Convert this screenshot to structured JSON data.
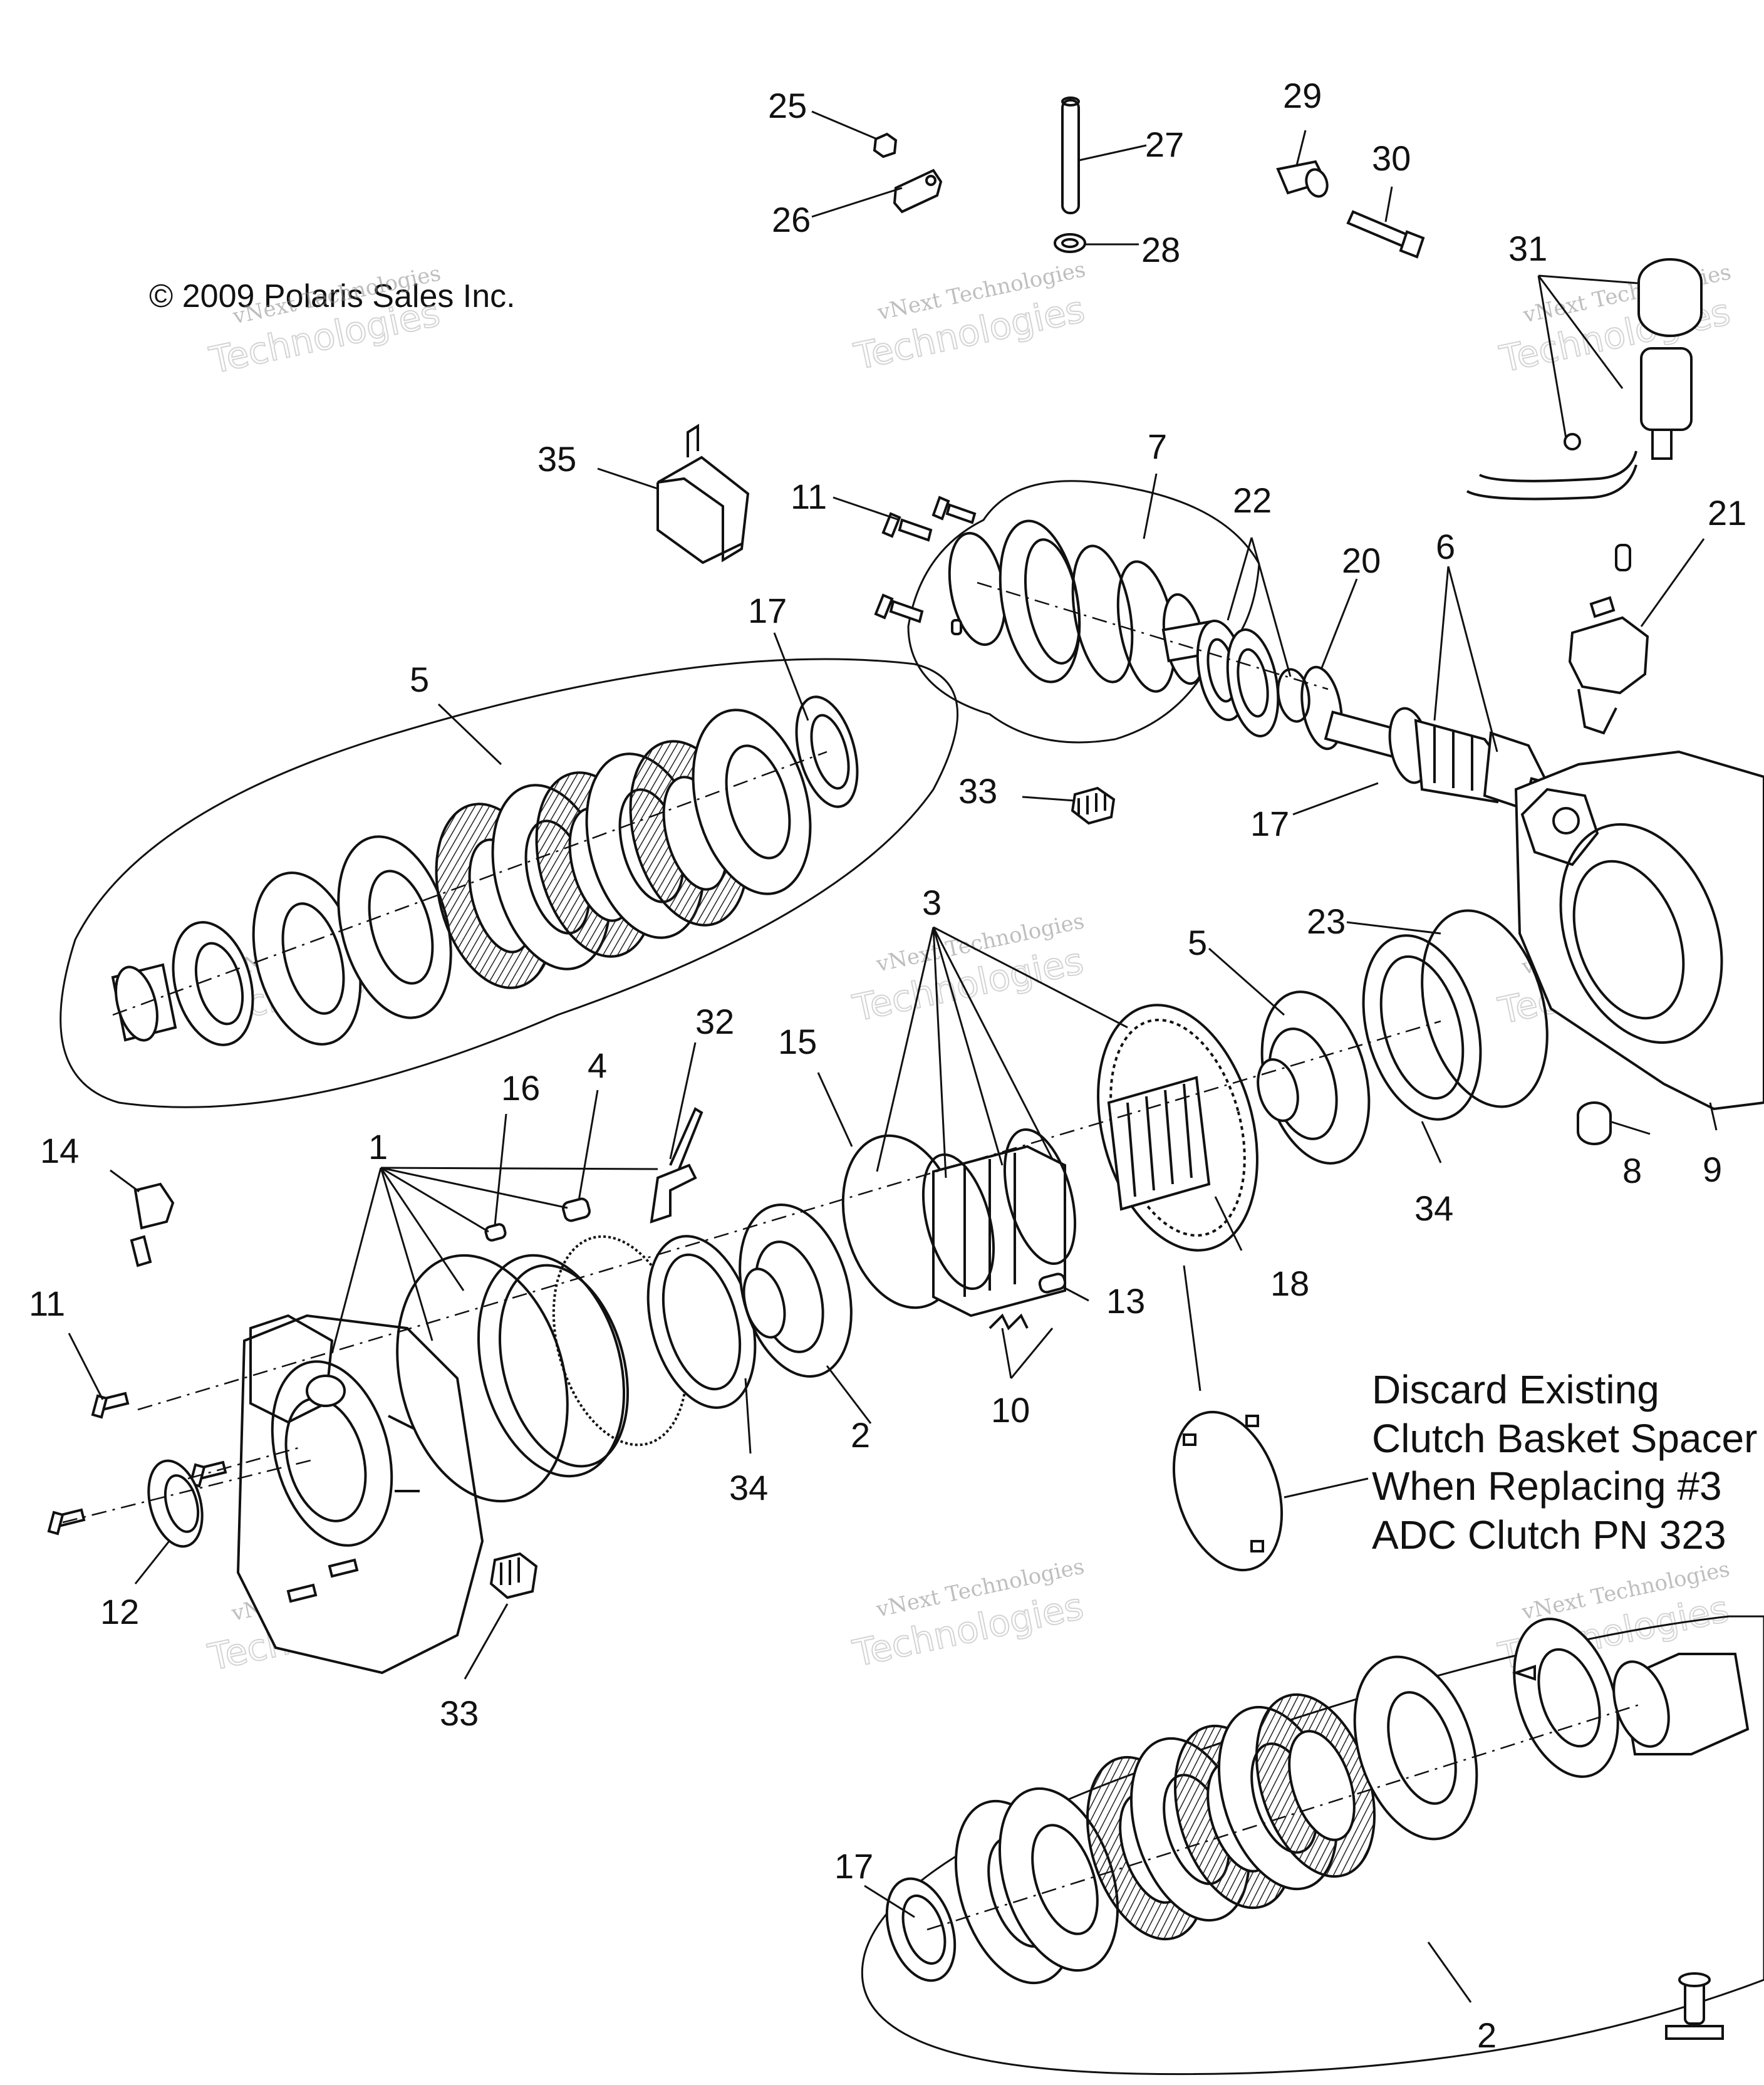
{
  "copyright": "© 2009 Polaris Sales Inc.",
  "watermark": {
    "line1": "vNext Technologies",
    "line2": "Technologies"
  },
  "note": {
    "line1": "Discard Existing",
    "line2": "Clutch Basket Spacer",
    "line3": "When Replacing #3",
    "line4": "ADC Clutch PN 323"
  },
  "callouts": {
    "c25": "25",
    "c26": "26",
    "c27": "27",
    "c28": "28",
    "c29": "29",
    "c30": "30",
    "c31": "31",
    "c35": "35",
    "c11a": "11",
    "c7": "7",
    "c22": "22",
    "c20": "20",
    "c6": "6",
    "c21": "21",
    "c17a": "17",
    "c5a": "5",
    "c33a": "33",
    "c17b": "17",
    "c3": "3",
    "c5b": "5",
    "c23": "23",
    "c32": "32",
    "c16": "16",
    "c4": "4",
    "c15": "15",
    "c14": "14",
    "c1": "1",
    "c8": "8",
    "c9": "9",
    "c34a": "34",
    "c18": "18",
    "c13": "13",
    "c11b": "11",
    "c10": "10",
    "c2a": "2",
    "c34b": "34",
    "c12": "12",
    "c33b": "33",
    "c17c": "17",
    "c2b": "2"
  }
}
